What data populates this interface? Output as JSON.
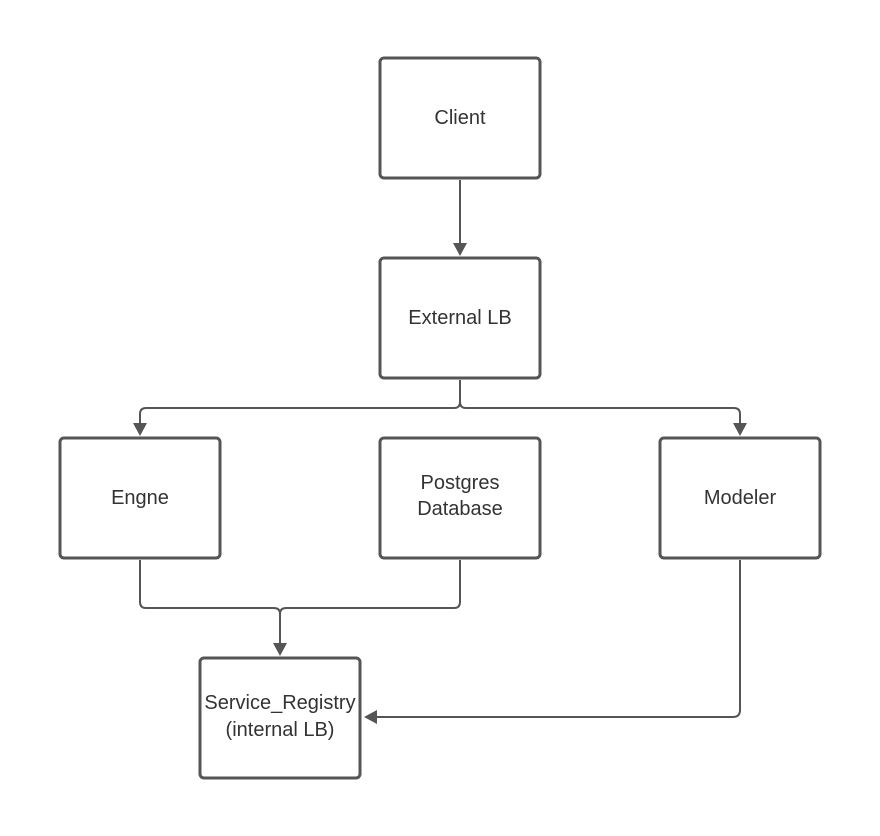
{
  "diagram": {
    "nodes": [
      {
        "id": "client",
        "lines": [
          "Client"
        ]
      },
      {
        "id": "external-lb",
        "lines": [
          "External LB"
        ]
      },
      {
        "id": "engine",
        "lines": [
          "Engne"
        ]
      },
      {
        "id": "postgres-database",
        "lines": [
          "Postgres",
          "Database"
        ]
      },
      {
        "id": "modeler",
        "lines": [
          "Modeler"
        ]
      },
      {
        "id": "service-registry",
        "lines": [
          "Service_Registry",
          "(internal LB)"
        ]
      }
    ],
    "edges": [
      {
        "from": "client",
        "to": "external-lb"
      },
      {
        "from": "external-lb",
        "to": "engine"
      },
      {
        "from": "external-lb",
        "to": "modeler"
      },
      {
        "from": "engine",
        "to": "service-registry"
      },
      {
        "from": "postgres-database",
        "to": "service-registry"
      },
      {
        "from": "modeler",
        "to": "service-registry"
      }
    ],
    "colors": {
      "stroke": "#555555",
      "text": "#333333",
      "background": "#ffffff"
    }
  }
}
